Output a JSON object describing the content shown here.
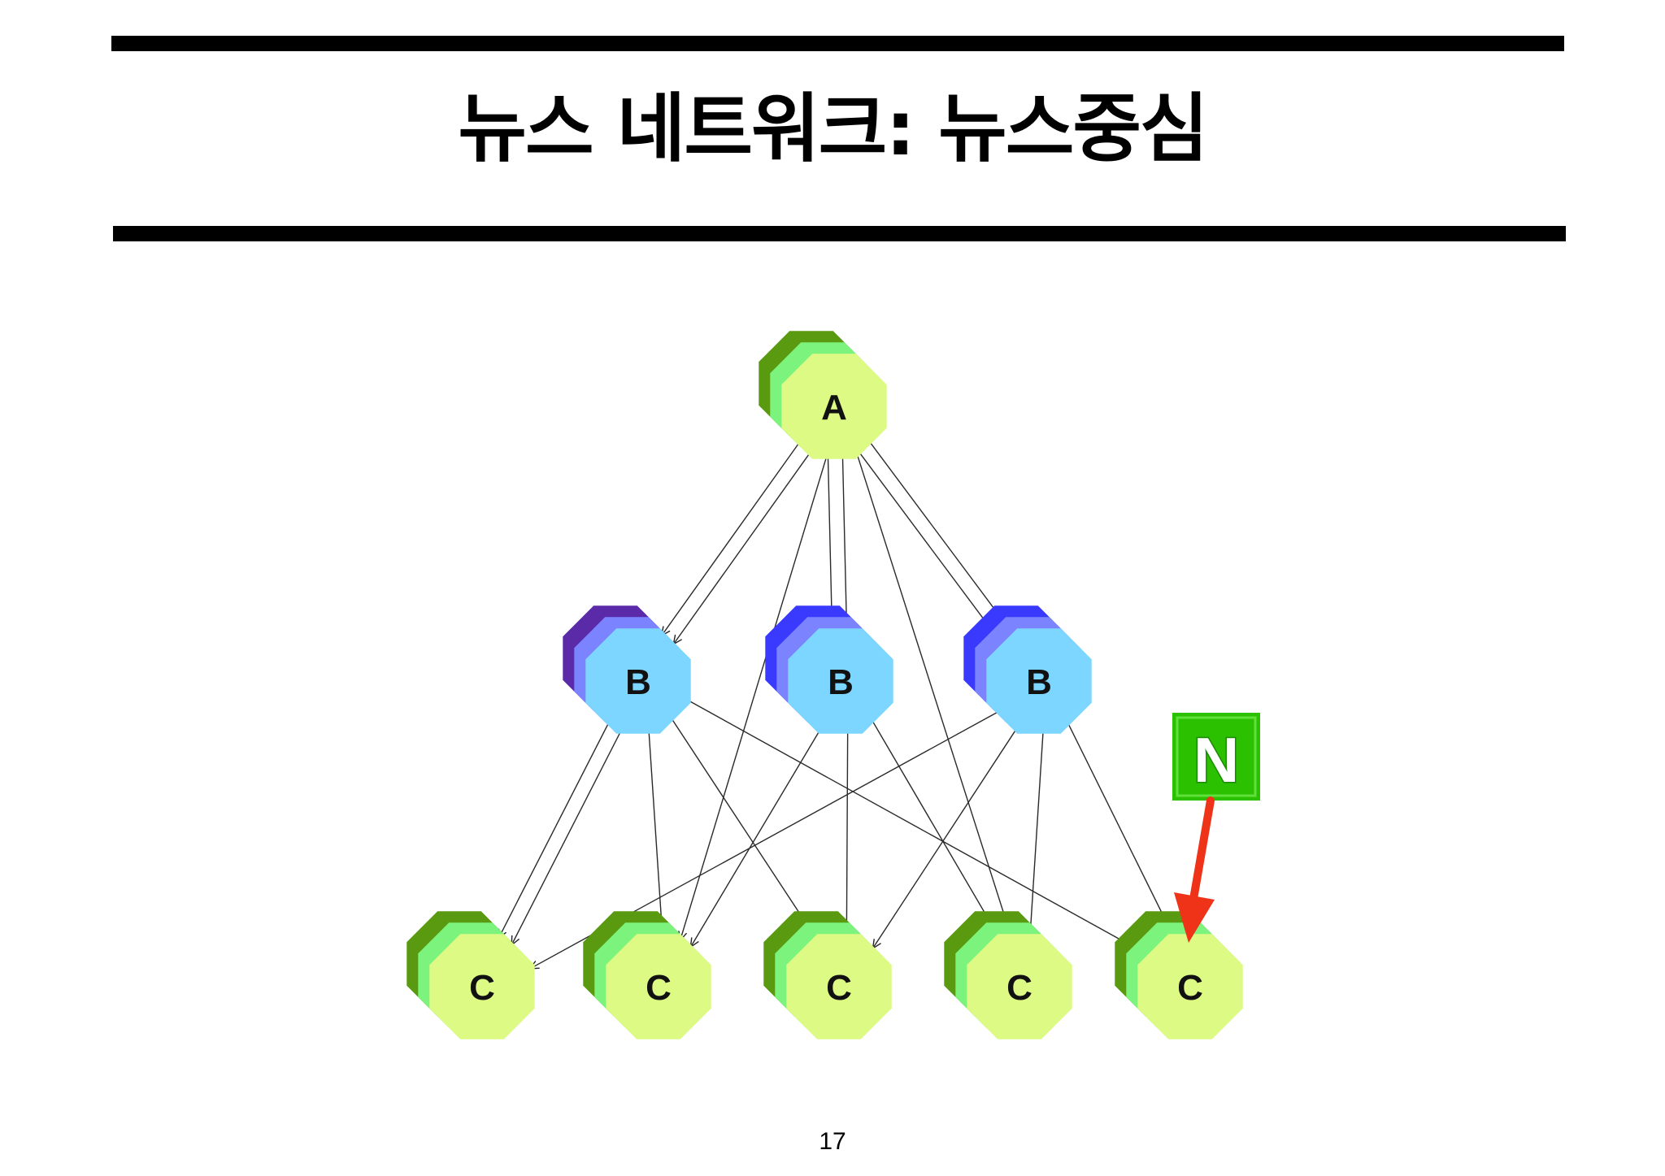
{
  "slide": {
    "title": "뉴스 네트워크: 뉴스중심",
    "page_number": "17"
  },
  "diagram": {
    "nodes": [
      {
        "id": "A",
        "label": "A",
        "level": "top",
        "colors": [
          "#5a9a10",
          "#7cf37c",
          "#dcfa84"
        ]
      },
      {
        "id": "B1",
        "label": "B",
        "level": "middle",
        "colors": [
          "#5a2aa8",
          "#7b83ff",
          "#7cd6ff"
        ]
      },
      {
        "id": "B2",
        "label": "B",
        "level": "middle",
        "colors": [
          "#3a3aff",
          "#7b83ff",
          "#7cd6ff"
        ]
      },
      {
        "id": "B3",
        "label": "B",
        "level": "middle",
        "colors": [
          "#3a3aff",
          "#7b83ff",
          "#7cd6ff"
        ]
      },
      {
        "id": "C1",
        "label": "C",
        "level": "bottom",
        "colors": [
          "#5a9a10",
          "#7cf37c",
          "#dcfa84"
        ]
      },
      {
        "id": "C2",
        "label": "C",
        "level": "bottom",
        "colors": [
          "#5a9a10",
          "#7cf37c",
          "#dcfa84"
        ]
      },
      {
        "id": "C3",
        "label": "C",
        "level": "bottom",
        "colors": [
          "#5a9a10",
          "#7cf37c",
          "#dcfa84"
        ]
      },
      {
        "id": "C4",
        "label": "C",
        "level": "bottom",
        "colors": [
          "#5a9a10",
          "#7cf37c",
          "#dcfa84"
        ]
      },
      {
        "id": "C5",
        "label": "C",
        "level": "bottom",
        "colors": [
          "#5a9a10",
          "#7cf37c",
          "#dcfa84"
        ]
      }
    ],
    "edges": [
      [
        "A",
        "B1"
      ],
      [
        "A",
        "B1"
      ],
      [
        "A",
        "B2"
      ],
      [
        "A",
        "B2"
      ],
      [
        "A",
        "B3"
      ],
      [
        "A",
        "B3"
      ],
      [
        "A",
        "C2"
      ],
      [
        "A",
        "C4"
      ],
      [
        "B1",
        "C1"
      ],
      [
        "B1",
        "C1"
      ],
      [
        "B1",
        "C2"
      ],
      [
        "B1",
        "C3"
      ],
      [
        "B1",
        "C5"
      ],
      [
        "B2",
        "C2"
      ],
      [
        "B2",
        "C3"
      ],
      [
        "B2",
        "C4"
      ],
      [
        "B3",
        "C1"
      ],
      [
        "B3",
        "C3"
      ],
      [
        "B3",
        "C4"
      ],
      [
        "B3",
        "C5"
      ]
    ],
    "marker": {
      "label": "N",
      "icon": "naver-logo-icon",
      "box_color": "#2bc000",
      "arrow_color": "#ee3318",
      "points_to": "C5"
    }
  }
}
